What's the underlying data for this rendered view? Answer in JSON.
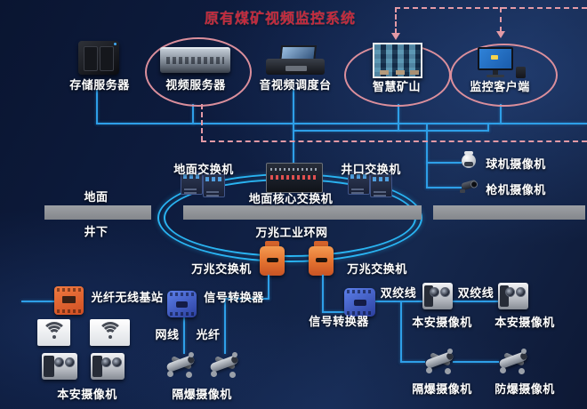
{
  "title": "原有煤矿视频监控系统",
  "top": {
    "storage": "存储服务器",
    "video_server": "视频服务器",
    "dispatch": "音视频调度台",
    "smart_mine": "智慧矿山",
    "client": "监控客户端"
  },
  "network": {
    "ground_switch": "地面交换机",
    "wellhead_switch": "井口交换机",
    "core_switch": "地面核心交换机",
    "ring": "万兆工业环网",
    "tg_switch": "万兆交换机",
    "dome_camera": "球机摄像机",
    "bullet_camera": "枪机摄像机",
    "surface": "地面",
    "underground": "井下"
  },
  "underground_left": {
    "fiber_base": "光纤无线基站",
    "signal_converter": "信号转换器",
    "eth": "网线",
    "fiber": "光纤",
    "isafe_camera": "本安摄像机",
    "exp_camera": "隔爆摄像机"
  },
  "underground_right": {
    "signal_converter": "信号转换器",
    "twisted_pair": "双绞线",
    "isafe_camera": "本安摄像机",
    "exp_camera": "隔爆摄像机",
    "expproof_camera": "防爆摄像机"
  },
  "colors": {
    "title_red": "#c5283d",
    "line_blue": "#2e9fe8",
    "ring_blue": "#2ab4f2",
    "dashed_pink": "#e39aa6",
    "ellipse_pink": "#db8f9c",
    "device_orange": "#e2702f",
    "device_blue": "#3b55c4",
    "background_navy": "#0e1d40",
    "bar_gray": "#8e9196"
  }
}
